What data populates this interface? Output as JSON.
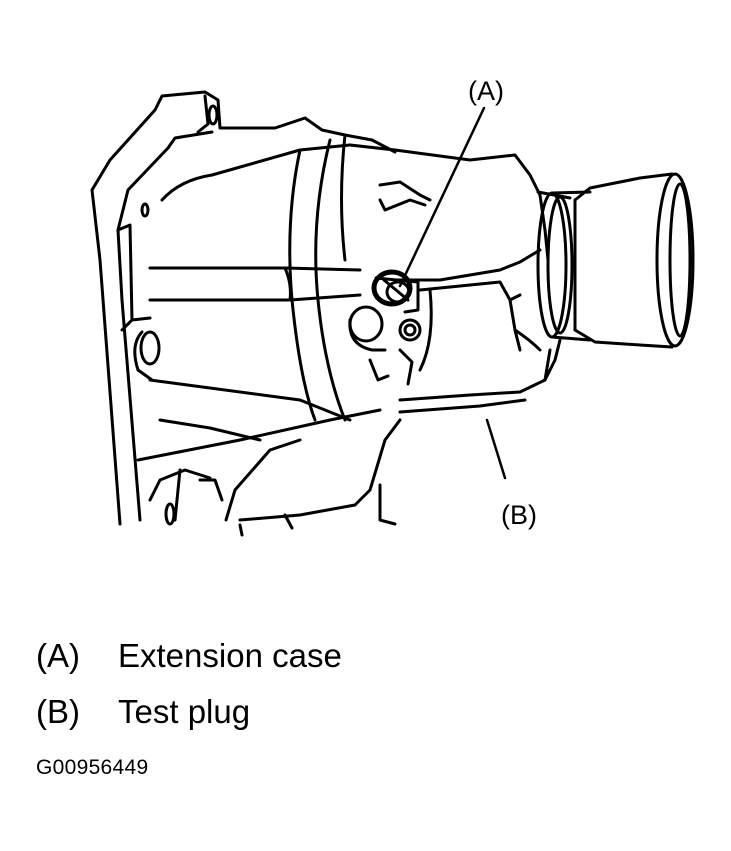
{
  "figure": {
    "callouts": [
      {
        "key": "A",
        "text": "(A)"
      },
      {
        "key": "B",
        "text": "(B)"
      }
    ]
  },
  "legend": {
    "items": [
      {
        "key": "(A)",
        "label": "Extension case"
      },
      {
        "key": "(B)",
        "label": "Test plug"
      }
    ]
  },
  "figure_id": "G00956449",
  "colors": {
    "line": "#000000",
    "background": "#ffffff"
  }
}
